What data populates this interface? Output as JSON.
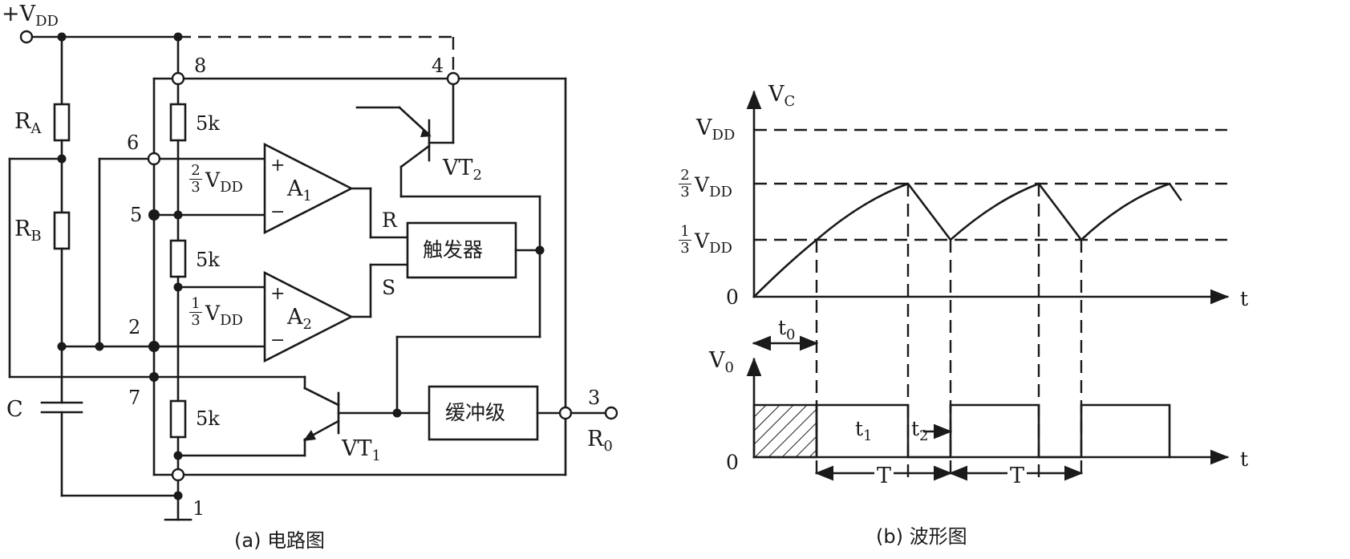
{
  "circuit": {
    "supply": "+V",
    "supply_sub": "DD",
    "ra": "R",
    "ra_sub": "A",
    "rb": "R",
    "rb_sub": "B",
    "cap": "C",
    "res_upper": "5k",
    "res_middle": "5k",
    "res_lower": "5k",
    "pin1": "1",
    "pin2": "2",
    "pin3": "3",
    "pin4": "4",
    "pin5": "5",
    "pin6": "6",
    "pin7": "7",
    "pin8": "8",
    "ref_top_num": "2",
    "ref_top_den": "3",
    "ref_top_v": "V",
    "ref_top_sub": "DD",
    "ref_bot_num": "1",
    "ref_bot_den": "3",
    "ref_bot_v": "V",
    "ref_bot_sub": "DD",
    "comp1": "A",
    "comp1_sub": "1",
    "comp2": "A",
    "comp2_sub": "2",
    "plus": "+",
    "minus": "−",
    "r_input": "R",
    "s_input": "S",
    "trigger": "触发器",
    "buffer": "缓冲级",
    "vt1": "VT",
    "vt1_sub": "1",
    "vt2": "VT",
    "vt2_sub": "2",
    "output": "R",
    "output_sub": "0",
    "caption": "(a) 电路图"
  },
  "waveform": {
    "vc_axis": "V",
    "vc_sub": "C",
    "vdd": "V",
    "vdd_sub": "DD",
    "two_third_num": "2",
    "two_third_den": "3",
    "two_third_v": "V",
    "two_third_sub": "DD",
    "one_third_num": "1",
    "one_third_den": "3",
    "one_third_v": "V",
    "one_third_sub": "DD",
    "zero_top": "0",
    "t_axis_top": "t",
    "t0": "t",
    "t0_sub": "0",
    "vo_axis": "V",
    "vo_sub": "0",
    "zero_bottom": "0",
    "t_axis_bottom": "t",
    "t1": "t",
    "t1_sub": "1",
    "t2": "t",
    "t2_sub": "2",
    "period_1": "T",
    "period_2": "T",
    "caption": "(b) 波形图"
  },
  "colors": {
    "ink": "#1a1a1a",
    "paper": "#ffffff"
  }
}
